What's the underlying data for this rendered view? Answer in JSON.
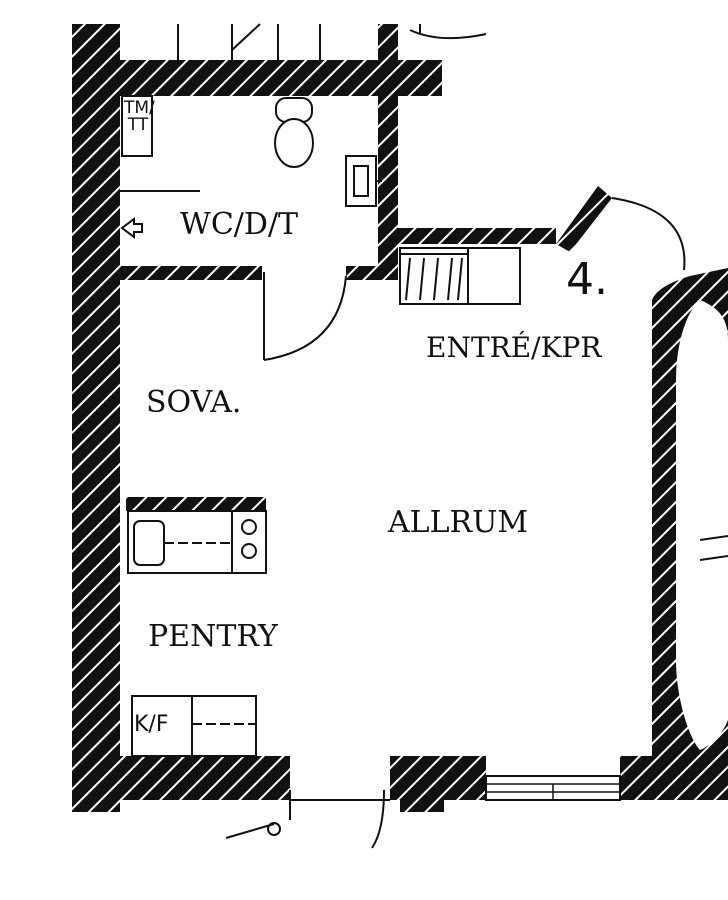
{
  "rooms": {
    "wc": "WC/D/T",
    "entre": "ENTRÉ/KPR",
    "sova": "SOVA.",
    "allrum": "ALLRUM",
    "pentry": "PENTRY"
  },
  "apartment_number": "4.",
  "fixtures": {
    "tm_tt": "TM/\nTT",
    "kf": "K/F"
  },
  "colors": {
    "wall": "#111111",
    "background": "#ffffff"
  },
  "icons": {
    "toilet": "toilet-icon",
    "sink": "sink-icon",
    "stove": "stove-icon",
    "kitchen_sink": "kitchen-sink-icon",
    "vent": "vent-arrow-icon"
  }
}
